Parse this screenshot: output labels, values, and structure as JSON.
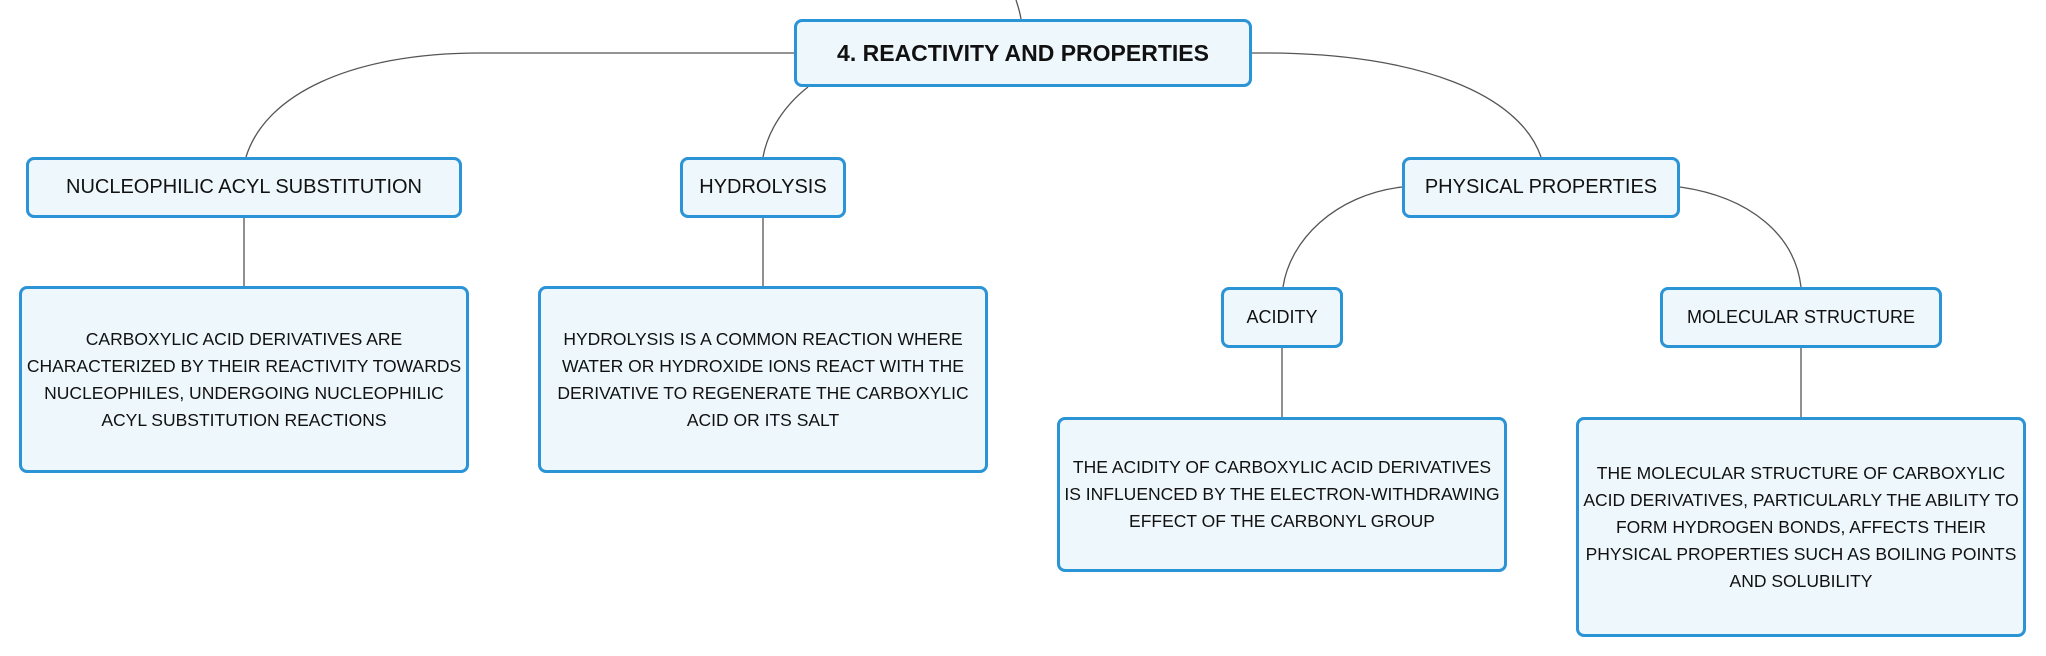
{
  "root": {
    "label": "4. REACTIVITY AND PROPERTIES"
  },
  "topics": {
    "nucleophilic": {
      "label": "NUCLEOPHILIC ACYL SUBSTITUTION",
      "detail": "CARBOXYLIC ACID DERIVATIVES ARE CHARACTERIZED BY THEIR REACTIVITY TOWARDS NUCLEOPHILES, UNDERGOING NUCLEOPHILIC ACYL SUBSTITUTION REACTIONS"
    },
    "hydrolysis": {
      "label": "HYDROLYSIS",
      "detail": "HYDROLYSIS IS A COMMON REACTION WHERE WATER OR HYDROXIDE IONS REACT WITH THE DERIVATIVE TO REGENERATE THE CARBOXYLIC ACID OR ITS SALT"
    },
    "physical": {
      "label": "PHYSICAL PROPERTIES",
      "acidity": {
        "label": "ACIDITY",
        "detail": "THE ACIDITY OF CARBOXYLIC ACID DERIVATIVES IS INFLUENCED BY THE ELECTRON-WITHDRAWING EFFECT OF THE CARBONYL GROUP"
      },
      "molecular": {
        "label": "MOLECULAR STRUCTURE",
        "detail": "THE MOLECULAR STRUCTURE OF CARBOXYLIC ACID DERIVATIVES, PARTICULARLY THE ABILITY TO FORM HYDROGEN BONDS, AFFECTS THEIR PHYSICAL PROPERTIES SUCH AS BOILING POINTS AND SOLUBILITY"
      }
    }
  },
  "colors": {
    "node_border": "#2a94d6",
    "node_fill": "#eef7fc",
    "connector": "#555555"
  }
}
